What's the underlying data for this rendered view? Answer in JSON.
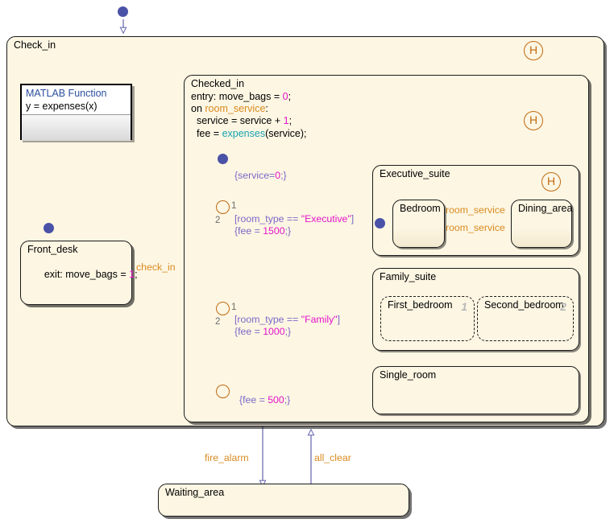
{
  "diagram": {
    "type": "stateflow-chart",
    "colors": {
      "state_fill": "#fdf6e3",
      "state_border": "#1a1a1a",
      "transition_line": "#6f6fb4",
      "event_text": "#d98b20",
      "condition_text": "#7b68c8",
      "number_literal": "#e314c8",
      "function_name": "#17a3b0",
      "history_junction": "#c06a12",
      "default_dot": "#4a52a8",
      "canvas": "#ffffff"
    }
  },
  "states": {
    "check_in": {
      "label": "Check_in",
      "history": "H"
    },
    "matlab_function": {
      "title": "MATLAB Function",
      "signature": "y = expenses(x)"
    },
    "front_desk": {
      "label": "Front_desk",
      "body_prefix": "exit: move_bags = ",
      "body_value": "1",
      "body_suffix": ";"
    },
    "checked_in": {
      "label": "Checked_in",
      "line1_prefix": "entry: move_bags = ",
      "line1_value": "0",
      "line1_suffix": ";",
      "line2_prefix": "on ",
      "line2_event": "room_service",
      "line2_suffix": ":",
      "line3_prefix": "  service = service + ",
      "line3_value": "1",
      "line3_suffix": ";",
      "line4_prefix": "  fee = ",
      "line4_fn": "expenses",
      "line4_suffix": "(service);",
      "history": "H"
    },
    "executive_suite": {
      "label": "Executive_suite",
      "history": "H"
    },
    "bedroom": {
      "label": "Bedroom"
    },
    "dining_area": {
      "label": "Dining_area"
    },
    "family_suite": {
      "label": "Family_suite"
    },
    "first_bedroom": {
      "label": "First_bedroom",
      "order": "1"
    },
    "second_bedroom": {
      "label": "Second_bedroom",
      "order": "2"
    },
    "single_room": {
      "label": "Single_room"
    },
    "waiting_area": {
      "label": "Waiting_area"
    }
  },
  "transitions": {
    "check_in_event": "check_in",
    "fire_alarm": "fire_alarm",
    "all_clear": "all_clear",
    "room_service_top": "room_service",
    "room_service_bottom": "room_service",
    "service_init": {
      "text_open": "{service=",
      "value": "0",
      "text_close": ";}"
    },
    "executive_cond": {
      "cond_open": "[room_type == ",
      "cond_value": "\"Executive\"",
      "cond_close": "]",
      "action_open": "{fee = ",
      "action_value": "1500",
      "action_close": ";}"
    },
    "family_cond": {
      "cond_open": "[room_type == ",
      "cond_value": "\"Family\"",
      "cond_close": "]",
      "action_open": "{fee = ",
      "action_value": "1000",
      "action_close": ";}"
    },
    "single_action": {
      "action_open": "{fee = ",
      "action_value": "500",
      "action_close": ";}"
    }
  },
  "junctions": {
    "exec_junction": {
      "out1": "1",
      "out2": "2"
    },
    "family_junction": {
      "out1": "1",
      "out2": "2"
    }
  }
}
